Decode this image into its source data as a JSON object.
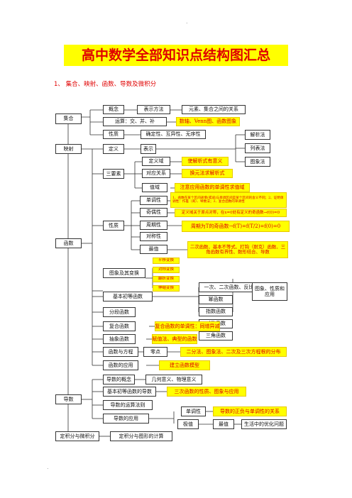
{
  "header": {
    "title": "高中数学全部知识点结构图汇总",
    "section": "1、 集合、映射、函数、导数及微积分",
    "dot_top": ".",
    "dot_bottom": "."
  },
  "set": {
    "root": "集合",
    "concept": "概念",
    "method": "表示方法",
    "relation": "元素、集合之间的关系",
    "ops": "运算：交、并、补",
    "ops_note": "数轴、Venn图、函数图象",
    "prop": "性质",
    "prop_detail": "确定性、互异性、无序性"
  },
  "mapping": {
    "root": "映射",
    "definition": "定义",
    "represent": "表示",
    "analytic": "解析法",
    "list": "列表法",
    "graph": "图象法"
  },
  "function": {
    "root": "函数",
    "three": "三要素",
    "domain": "定义域",
    "domain_note": "使解析式有意义",
    "corr": "对应关系",
    "corr_note": "换元法求解析式",
    "range": "值域",
    "range_note": "注意应用函数的单调性求值域",
    "props": "性质",
    "mono": "单调性",
    "mono_note": "1、函数在某个区间递增(或减)与单调区间是某个区间的含义不同；2、证明单调性：作差（商）、导数法；3、复合函数的单调性",
    "parity": "奇偶性",
    "parity_note": "定义域关于原点对称，在x=0处有定义的奇函数→f(0)=0",
    "period": "周期性",
    "period_note": "周期为T的奇函数→f(T)=f(T/2)=f(0)=0",
    "sym": "对称性",
    "extreme": "最值",
    "extreme_note": "二次函数、基本不等式、打钩（耐克）函数、三角函数有界性、数形结合、导数",
    "graph": "图象及其变换",
    "t1": "平移变换",
    "t2": "对称变换",
    "t3": "翻折变换",
    "t4": "伸缩变换",
    "elementary": "基本初等函数",
    "lin": "一次、二次函数、反比例函数",
    "power": "幂函数",
    "exp": "指数函数",
    "log": "对数函数",
    "trig": "三角函数",
    "apps": "图象、性质和应用",
    "piece": "分段函数",
    "compound": "复合函数",
    "compound_note": "复合函数的单调性：同增异减",
    "abstract": "抽象函数",
    "abstract_note": "赋值法、典型的函数",
    "eq": "函数与方程",
    "zero": "零点",
    "zero_note": "二分法、图象法、二次及三次方程根的分布",
    "app": "函数的应用",
    "app_note": "建立函数模型"
  },
  "derivative": {
    "root": "导数",
    "concept": "导数的概念",
    "meaning": "几何意义、物理意义",
    "basic": "基本初等函数的导数",
    "basic_note": "三次函数的性质、图象与应用",
    "rules": "导数的运算法则",
    "app": "导数的应用",
    "mono": "单调性",
    "mono_note": "导数的正负与单调性的关系",
    "ext": "极值",
    "max": "最值",
    "opt": "生活中的优化问题"
  },
  "integral": {
    "root": "定积分与微积分",
    "area": "定积分与图形的计算"
  }
}
